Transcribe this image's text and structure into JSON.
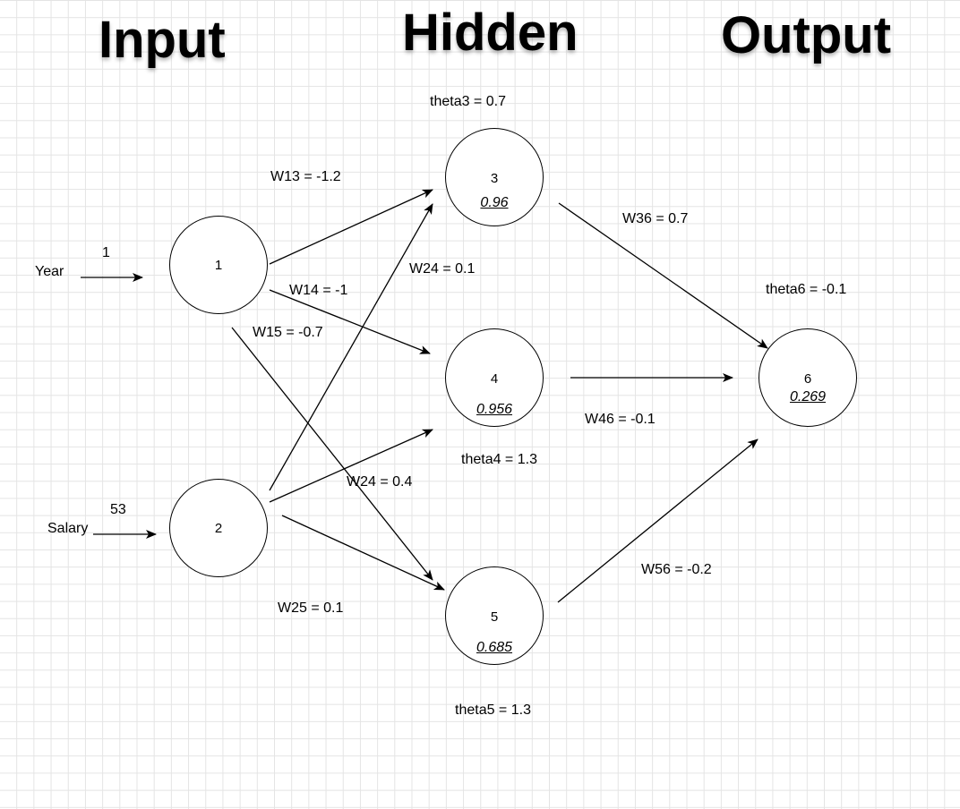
{
  "headings": {
    "input": "Input",
    "hidden": "Hidden",
    "output": "Output"
  },
  "inputs": {
    "year": {
      "label": "Year",
      "value": "1"
    },
    "salary": {
      "label": "Salary",
      "value": "53"
    }
  },
  "nodes": {
    "n1": {
      "id": "1"
    },
    "n2": {
      "id": "2"
    },
    "n3": {
      "id": "3",
      "value": "0.96"
    },
    "n4": {
      "id": "4",
      "value": "0.956"
    },
    "n5": {
      "id": "5",
      "value": "0.685"
    },
    "n6": {
      "id": "6",
      "value": "0.269"
    }
  },
  "weights": {
    "w13": "W13 = -1.2",
    "w14": "W14 = -1",
    "w15": "W15 = -0.7",
    "w23": "W24 = 0.1",
    "w24": "W24 = 0.4",
    "w25": "W25 = 0.1",
    "w36": "W36 = 0.7",
    "w46": "W46 = -0.1",
    "w56": "W56 = -0.2"
  },
  "thetas": {
    "theta3": "theta3 = 0.7",
    "theta4": "theta4 = 1.3",
    "theta5": "theta5 = 1.3",
    "theta6": "theta6 = -0.1"
  }
}
